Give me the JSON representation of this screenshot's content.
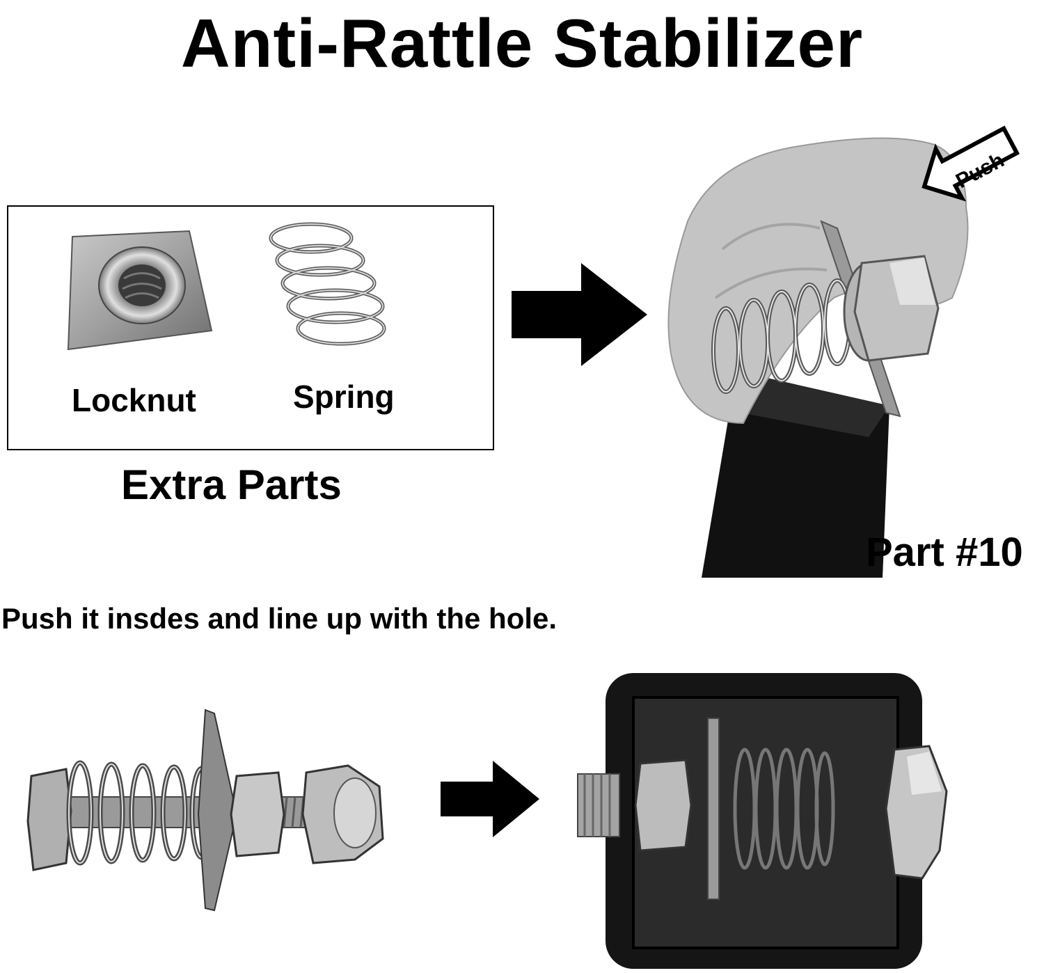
{
  "title": "Anti-Rattle Stabilizer",
  "extra_parts": {
    "locknut_label": "Locknut",
    "spring_label": "Spring",
    "caption": "Extra Parts"
  },
  "install_photo": {
    "push_label": "Push",
    "part_label": "Part #10"
  },
  "instruction": "Push it insdes and line up with the hole.",
  "colors": {
    "text": "#000000",
    "metal_light": "#d9d9d9",
    "metal_mid": "#a6a6a6",
    "metal_dark": "#555555",
    "tube": "#111111",
    "skin": "#c8c8c8"
  },
  "icons": [
    "locknut-icon",
    "spring-icon",
    "arrow-right-icon",
    "push-arrow-icon",
    "bolt-assembly-icon",
    "tube-end-icon"
  ]
}
